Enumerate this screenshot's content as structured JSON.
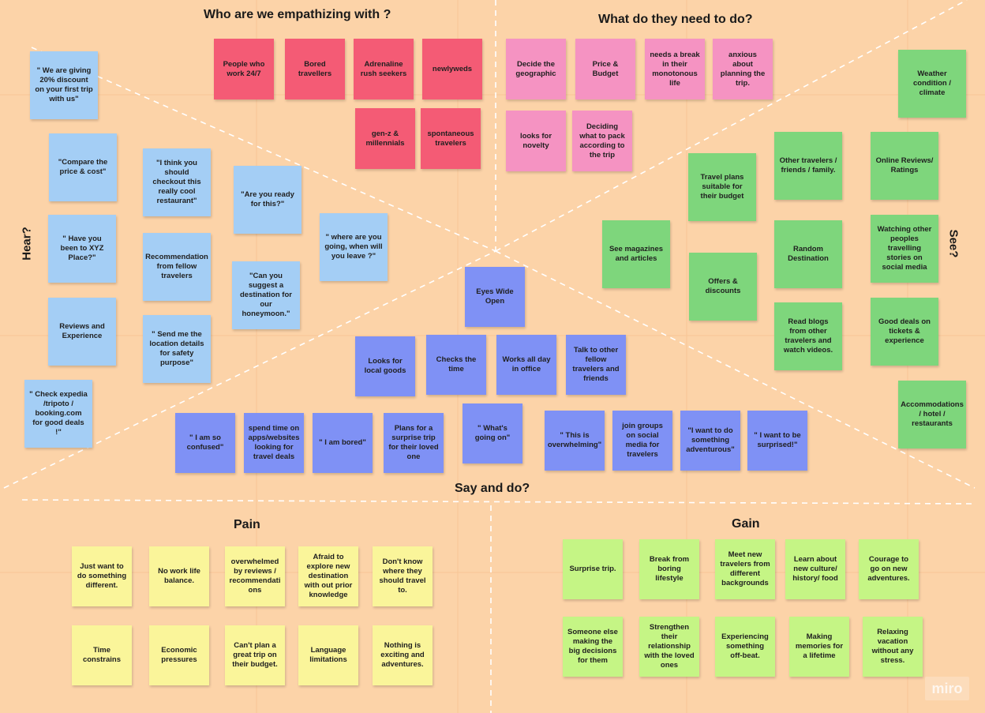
{
  "board": {
    "quadrants": {
      "who": "Who are we empathizing with ?",
      "need": "What do they need to do?",
      "hear": "Hear?",
      "see": "See?",
      "say": "Say and do?",
      "pain": "Pain",
      "gain": "Gain"
    },
    "logo": "miro",
    "colors": {
      "background": "#FCD3A8",
      "red": "#F45B75",
      "pink": "#F593C2",
      "blue": "#A4CEF5",
      "green": "#7ED67C",
      "indigo": "#7F91F5",
      "yellow": "#FAF59A",
      "lime": "#C5F585",
      "divider": "#FFFFFF"
    }
  },
  "notes": {
    "who": [
      "People who work 24/7",
      "Bored travellers",
      "Adrenaline rush seekers",
      "newlyweds",
      "gen-z & millennials",
      "spontaneous travelers"
    ],
    "need": [
      "Decide the geographic",
      "Price & Budget",
      "needs a break in their monotonous life",
      "anxious about planning the trip.",
      "looks for novelty",
      "Deciding what to pack according to the trip"
    ],
    "hear": [
      "\" We are giving 20% discount on your first trip with us\"",
      "\"Compare the price & cost\"",
      "\" Have you been to XYZ Place?\"",
      "Reviews and Experience",
      "\" Check expedia /tripoto / booking.com for good deals !\"",
      "\"I think you should checkout this really cool restaurant\"",
      "Recommendation from fellow travelers",
      "\" Send me the location details for safety purpose\"",
      "\"Are you ready for this?\"",
      "\"Can you suggest a destination for our honeymoon.\"",
      "\" where are you going, when will you leave ?\""
    ],
    "see": [
      "Weather condition / climate",
      "Other travelers / friends / family.",
      "Online Reviews/ Ratings",
      "Travel plans suitable for their budget",
      "See magazines and articles",
      "Random Destination",
      "Watching other peoples travelling stories on social media",
      "Offers & discounts",
      "Read blogs from other travelers and watch videos.",
      "Good deals on tickets & experience",
      "Accommodations / hotel / restaurants"
    ],
    "say": [
      "Eyes Wide Open",
      "Looks for local goods",
      "Checks the time",
      "Works all day in office",
      "Talk to other fellow travelers and friends",
      "\" I am so confused\"",
      "spend time on apps/websites looking for travel deals",
      "\" I am bored\"",
      "Plans for a surprise trip for their loved one",
      "\" What's going on\"",
      "\" This is overwhelming\"",
      "join groups on social media for travelers",
      "\"I want to do something adventurous\"",
      "\" I want to be surprised!\""
    ],
    "pain": [
      "Just want to do something different.",
      "No work life balance.",
      "overwhelmed by reviews / recommendati ons",
      "Afraid to explore new destination with out prior knowledge",
      "Don't know where they should travel to.",
      "Time constrains",
      "Economic pressures",
      "Can't plan a great trip on their budget.",
      "Language limitations",
      "Nothing is exciting and adventures."
    ],
    "gain": [
      "Surprise trip.",
      "Break from boring lifestyle",
      "Meet new travelers from different backgrounds",
      "Learn about new culture/ history/ food",
      "Courage to go on new adventures.",
      "Someone else making the big decisions for them",
      "Strengthen their relationship with the loved ones",
      "Experiencing something off-beat.",
      "Making memories for a lifetime",
      "Relaxing vacation without any stress."
    ]
  }
}
